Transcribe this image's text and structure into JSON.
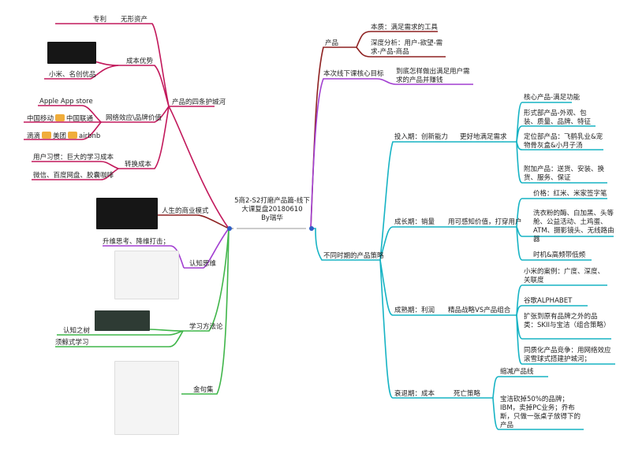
{
  "colors": {
    "crimson": "#c2185b",
    "green": "#3fb549",
    "teal": "#16b3c4",
    "purple": "#a23fd1",
    "brown": "#8e2121",
    "orange_badge": "#f0ad3b",
    "center_node": "#2f5fc6"
  },
  "center": {
    "line1": "5商2-S2打磨产品篇-线下",
    "line2": "大课复盘20180610",
    "line3": "By瑞华"
  },
  "left": {
    "moats": {
      "title": "产品的四条护城河",
      "intangible": {
        "label": "无形资产",
        "patent": "专利"
      },
      "cost": {
        "label": "成本优势",
        "example": "小米、名创优品"
      },
      "network": {
        "label": "网络效应\\品牌价值",
        "apple": "Apple App store",
        "telecom_a": "中国移动",
        "telecom_b": "中国联通",
        "didi": "滴滴",
        "meituan": "美团",
        "airbnb": "airbnb"
      },
      "switching": {
        "label": "转换成本",
        "habit": "用户习惯：巨大的学习成本",
        "apps": "微信、百度网盘、胶囊咖啡"
      }
    },
    "business_model": {
      "title": "人生的商业模式"
    },
    "cognition": {
      "title": "认知思维",
      "item": "升维思考、降维打击；"
    },
    "learning": {
      "title": "学习方法论",
      "tree": "认知之树",
      "absorb": "须鲸式学习"
    },
    "quotes": {
      "title": "金句集"
    }
  },
  "right": {
    "product": {
      "title": "产品",
      "essence": "本质：满足需求的工具",
      "analysis": "深度分析：用户-欲望-需求-产品-商品"
    },
    "goal": {
      "title": "本次线下课核心目标",
      "text": "到底怎样做出满足用户需求的产品并赚钱"
    },
    "strategy": {
      "title": "不同时期的产品策略",
      "invest": {
        "stage": "投入期：创新能力",
        "mid": "更好地满足需求",
        "items": [
          "核心产品-满足功能",
          "形式部产品-外观、包装、质量、品牌、特征",
          "定位部产品：飞鹤乳业&宠物骨灰盒&小月子汤",
          "附加产品：送货、安装、换货、服务、保证"
        ]
      },
      "growth": {
        "stage": "成长期：销量",
        "mid": "用可感知价值，打穿用户",
        "items": [
          "价格：红米、米家签字笔",
          "洗衣粉的酶、白加黑、头等舱、公益活动、土鸡蛋、ATM、摄影镜头、无线路由器",
          "时机&高频带低频"
        ]
      },
      "mature": {
        "stage": "成熟期：利润",
        "mid": "精品战略VS产品组合",
        "items": [
          "小米的案例：广度、深度、关联度",
          "谷歌ALPHABET",
          "扩张到原有品牌之外的品类：SKII与宝洁（组合策略）",
          "同质化产品竞争：用网络效应滚雪球式搭建护城河；"
        ]
      },
      "decline": {
        "stage": "衰退期：成本",
        "mid": "死亡策略",
        "items": [
          "缩减产品线",
          "宝洁砍掉50%的品牌；IBM，卖掉PC业务；乔布斯，只做一张桌子放得下的产品"
        ]
      }
    }
  }
}
